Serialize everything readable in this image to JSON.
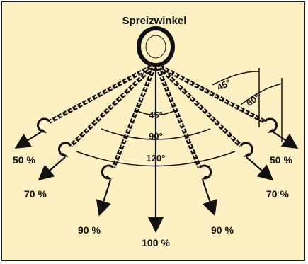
{
  "diagram": {
    "title": "Spreizwinkel",
    "angles": {
      "a45": "45°",
      "a90": "90°",
      "a120": "120°",
      "r45": "45°",
      "r60": "60°"
    },
    "percentages": {
      "left_50": "50 %",
      "left_70": "70 %",
      "left_90": "90 %",
      "center_100": "100 %",
      "right_90": "90 %",
      "right_70": "70 %",
      "right_50": "50 %"
    },
    "colors": {
      "background": "#fdf1c4",
      "ink": "#111111"
    }
  }
}
